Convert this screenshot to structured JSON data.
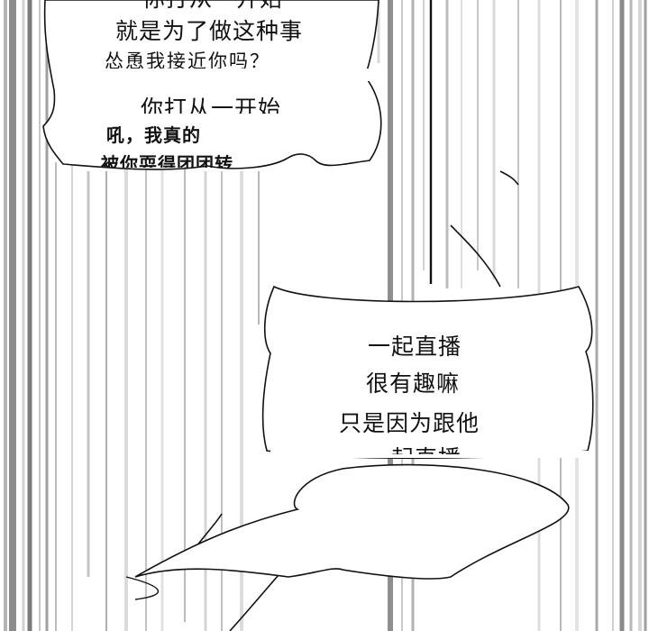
{
  "bubble_top": {
    "line1": "你打从一开始",
    "line2": "就是为了做这种事",
    "line3": "怂恿我接近你吗？",
    "line4": "你打从一开始"
  },
  "whisper": {
    "line1": "吼，我真的",
    "line2": "被你耍得团团转"
  },
  "bubble_right": {
    "line1": "一起直播",
    "line2": "很有趣嘛",
    "line3": "只是因为跟他",
    "line4": "一起直播"
  },
  "colors": {
    "ink": "#111111",
    "speed_line": "#9a9a9a",
    "paper": "#ffffff"
  }
}
